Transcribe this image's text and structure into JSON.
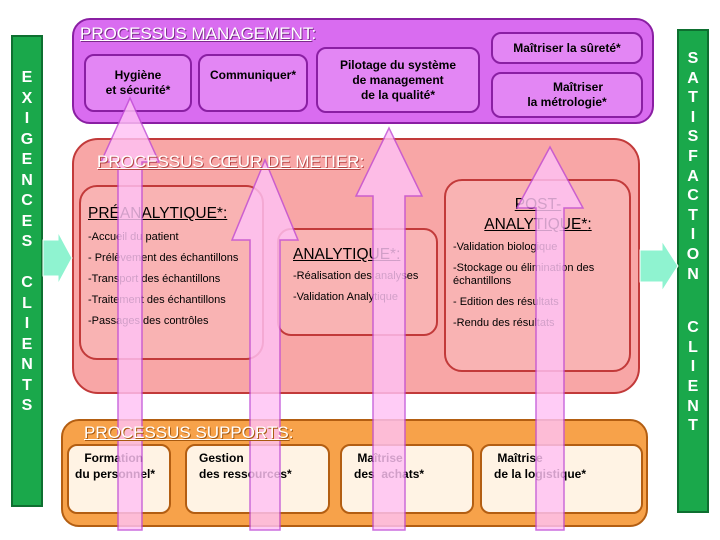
{
  "left_bar": {
    "letters": [
      "E",
      "X",
      "I",
      "G",
      "E",
      "N",
      "C",
      "E",
      "S",
      "",
      "C",
      "L",
      "I",
      "E",
      "N",
      "T",
      "S"
    ]
  },
  "right_bar": {
    "letters": [
      "S",
      "A",
      "T",
      "I",
      "S",
      "F",
      "A",
      "C",
      "T",
      "I",
      "O",
      "N",
      "",
      "C",
      "L",
      "I",
      "E",
      "N",
      "T"
    ]
  },
  "management": {
    "title": "PROCESSUS MANAGEMENT",
    "title_suffix": ":",
    "boxes": {
      "hygiene": [
        "Hygiène",
        "et sécurité*"
      ],
      "communiquer": "Communiquer*",
      "pilotage": [
        "Pilotage du système",
        "de management",
        "de la qualité*"
      ],
      "surete": "Maîtriser la sûreté*",
      "metrologie": [
        "Maîtriser",
        "la métrologie*"
      ]
    }
  },
  "core": {
    "title": "PROCESSUS CŒUR DE METIER",
    "title_suffix": ":",
    "preanalytique": {
      "title": "PRÉANALYTIQUE*",
      "suffix": ":",
      "items": [
        "-Accueil du patient",
        "- Prélèvement des échantillons",
        "-Transport des échantillons",
        "-Traitement des échantillons",
        "-Passages des contrôles"
      ]
    },
    "analytique": {
      "title": "ANALYTIQUE*",
      "suffix": ":",
      "items": [
        "-Réalisation des analyses",
        "-Validation Analytique"
      ]
    },
    "postanalytique": {
      "title_line1": "POST-",
      "title_line2": "ANALYTIQUE*",
      "suffix": ":",
      "items": [
        "-Validation biologique",
        "-Stockage ou élimination des échantillons",
        "- Edition des résultats",
        "-Rendu des résultats"
      ]
    }
  },
  "supports": {
    "title": "PROCESSUS SUPPORTS",
    "title_suffix": ":",
    "boxes": {
      "formation": [
        " Formation",
        "du personnel*"
      ],
      "gestion": [
        "Gestion",
        "des ressources*"
      ],
      "achats": [
        " Maîtrise",
        "des  achats*"
      ],
      "logistique": [
        " Maîtrise",
        "de la logistique*"
      ]
    }
  },
  "colors": {
    "green_bar": "#1aa84b",
    "management": "#d96cf0",
    "core": "#f8a6a6",
    "supports": "#f7a24a",
    "arrow_fill": "#ffc2f5",
    "arrow_stroke": "#c24ed6",
    "flow_arrow": "#8ff3d0"
  }
}
